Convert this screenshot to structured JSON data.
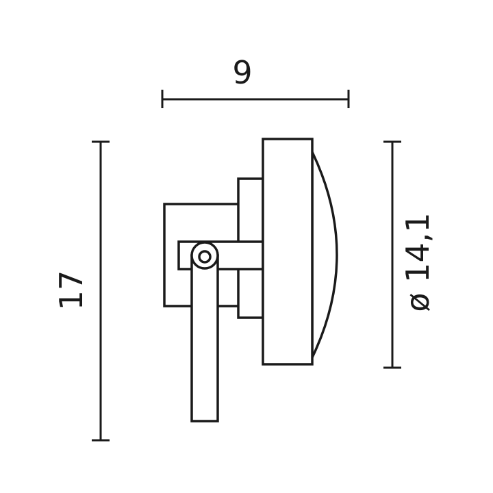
{
  "dimensions": {
    "width_label": "9",
    "height_label": "17",
    "diameter_label": "ø 14,1"
  },
  "colors": {
    "line": "#1a1a1a",
    "background": "#ffffff"
  }
}
